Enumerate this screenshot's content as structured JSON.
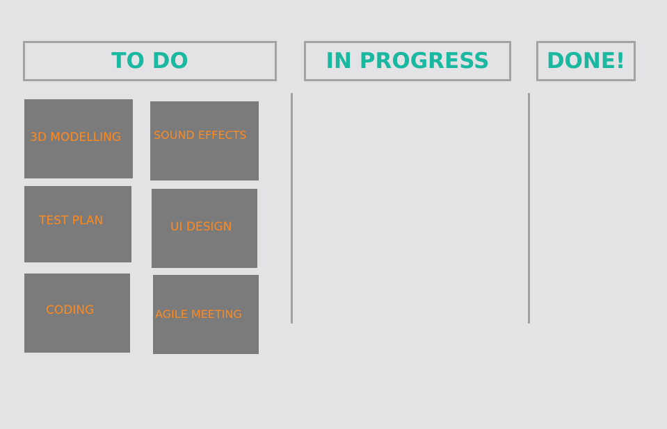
{
  "board": {
    "columns": [
      {
        "title": "TO DO"
      },
      {
        "title": "IN PROGRESS"
      },
      {
        "title": "DONE!"
      }
    ],
    "todo_cards": [
      {
        "label": "3D MODELLING"
      },
      {
        "label": "SOUND EFFECTS"
      },
      {
        "label": "TEST PLAN"
      },
      {
        "label": "UI DESIGN"
      },
      {
        "label": "CODING"
      },
      {
        "label": "AGILE MEETING"
      }
    ]
  },
  "colors": {
    "background": "#e3e2e4",
    "header_text": "#1ab8a0",
    "header_border": "#a3a3a3",
    "card_fill": "#7b7b7b",
    "card_text": "#ff8a1f",
    "divider": "#a0a0a0"
  }
}
